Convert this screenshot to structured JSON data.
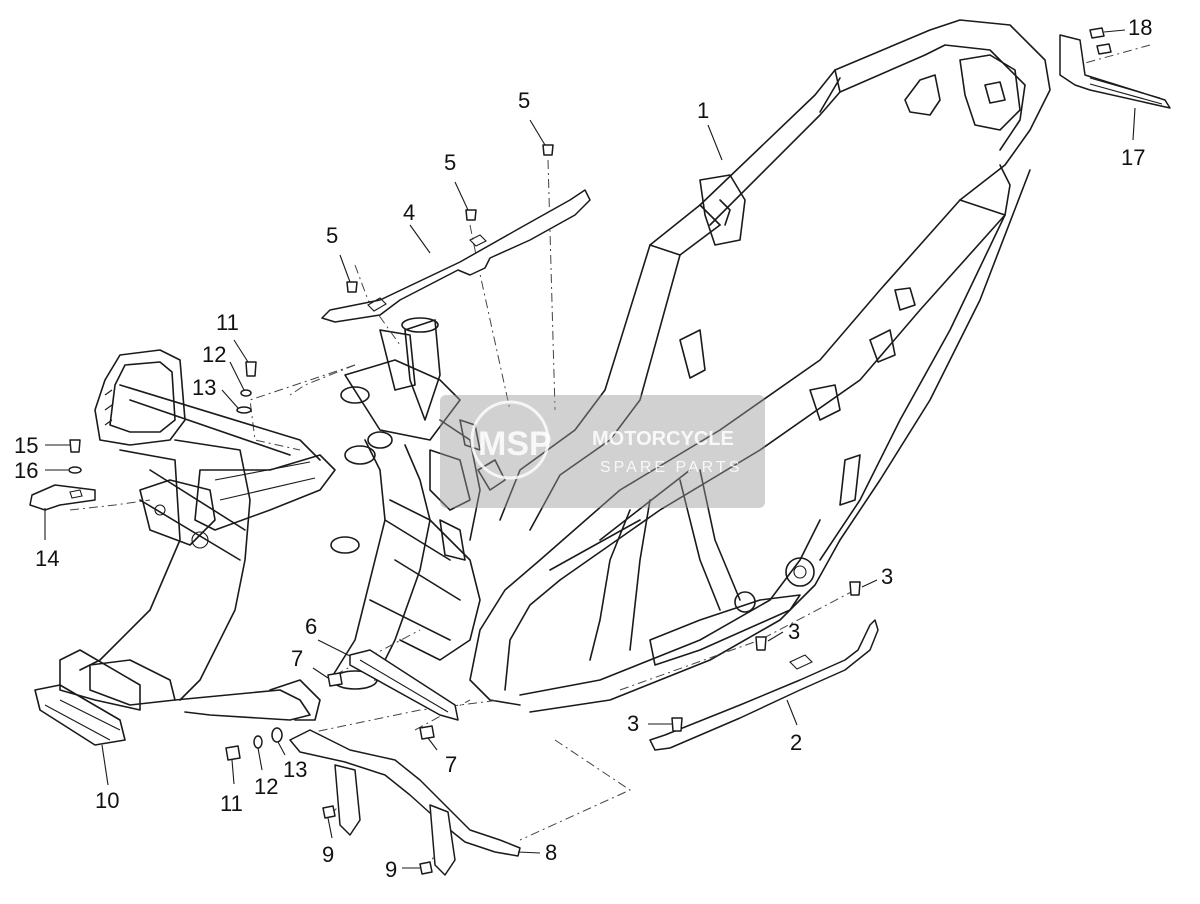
{
  "callouts": {
    "c1": "1",
    "c2": "2",
    "c3a": "3",
    "c3b": "3",
    "c3c": "3",
    "c4": "4",
    "c5a": "5",
    "c5b": "5",
    "c5c": "5",
    "c6": "6",
    "c7a": "7",
    "c7b": "7",
    "c8": "8",
    "c9a": "9",
    "c9b": "9",
    "c10": "10",
    "c11a": "11",
    "c11b": "11",
    "c12a": "12",
    "c12b": "12",
    "c13a": "13",
    "c13b": "13",
    "c14": "14",
    "c15": "15",
    "c16": "16",
    "c17": "17",
    "c18": "18"
  },
  "watermark": {
    "logo": "MSP",
    "line1": "MOTORCYCLE",
    "line2": "SPARE PARTS",
    "color": "#9a9a9a"
  }
}
